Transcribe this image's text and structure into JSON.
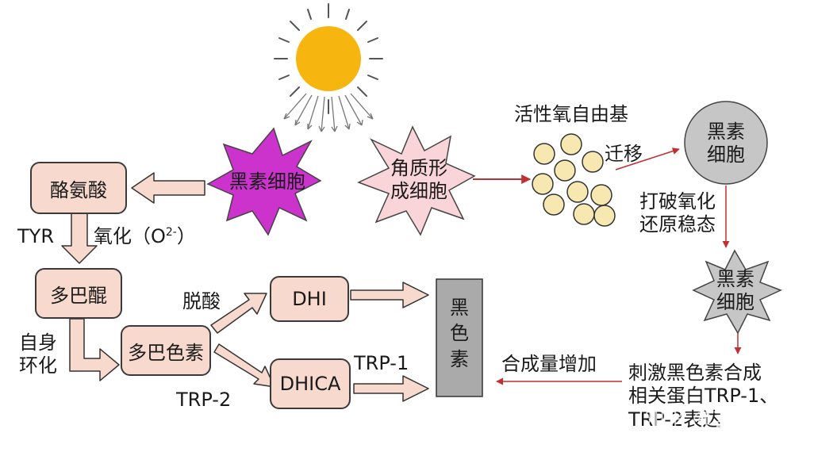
{
  "nodes": {
    "melanocyte_star": "黑素细胞",
    "keratinocyte_line1": "角质形",
    "keratinocyte_line2": "成细胞",
    "tyrosine": "酪氨酸",
    "dopaquinone": "多巴醌",
    "dopachrome": "多巴色素",
    "dhi": "DHI",
    "dhica": "DHICA",
    "melanin_line1": "黑",
    "melanin_line2": "色",
    "melanin_line3": "素",
    "ros": "活性氧自由基",
    "melanocyte_circle_line1": "黑素",
    "melanocyte_circle_line2": "细胞",
    "melanocyte_gray_line1": "黑素",
    "melanocyte_gray_line2": "细胞"
  },
  "labels": {
    "tyr": "TYR",
    "oxidation": "氧化（O",
    "oxidation_sup": "2-",
    "oxidation_close": "）",
    "self_cyclization_line1": "自身",
    "self_cyclization_line2": "环化",
    "decarboxylation": "脱酸",
    "trp2": "TRP-2",
    "trp1": "TRP-1",
    "migration": "迁移",
    "break_redox_line1": "打破氧化",
    "break_redox_line2": "还原稳态",
    "synthesis_increase": "合成量增加",
    "stimulate_line1": "刺激黑色素合成",
    "stimulate_line2": "相关蛋白TRP-1、",
    "stimulate_line3": "TRP-2表达"
  },
  "watermark": "知乎 @言雨潇",
  "colors": {
    "box_fill": "#f7d9cd",
    "magenta_star": "#cc33cc",
    "pink_star": "#f9d4d8",
    "gray": "#c6c6c6",
    "melanin_bar": "#aaaaaa",
    "sun": "#f6b50f",
    "particle": "#f6e8b0",
    "red_arrow": "#c03030"
  },
  "icons": [
    "sun-icon",
    "sun-ray-arrows-icon",
    "particle-cluster-icon"
  ]
}
